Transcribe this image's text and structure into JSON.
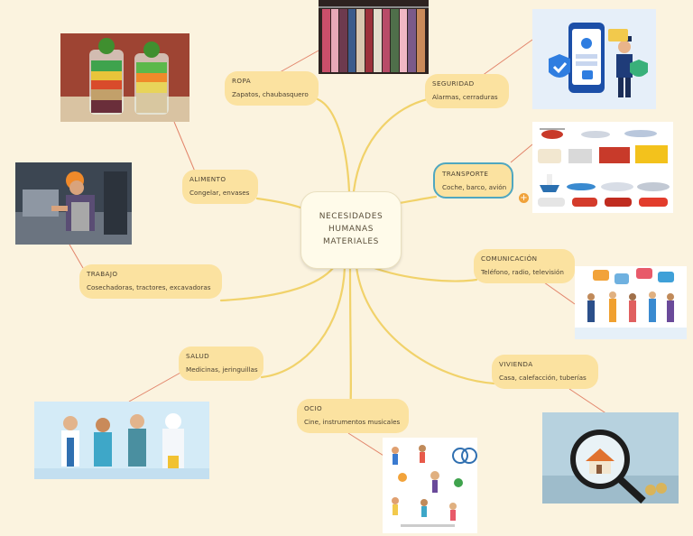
{
  "center": {
    "label": "NECESIDADES\nHUMANAS\nMATERIALES"
  },
  "nodes": [
    {
      "title": "ROPA",
      "subtitle": "Zapatos, chaubasquero"
    },
    {
      "title": "ALIMENTO",
      "subtitle": "Congelar, envases"
    },
    {
      "title": "TRABAJO",
      "subtitle": "Cosechadoras, tractores, excavadoras"
    },
    {
      "title": "SALUD",
      "subtitle": "Medicinas, jeringuillas"
    },
    {
      "title": "OCIO",
      "subtitle": "Cine, instrumentos musicales"
    },
    {
      "title": "VIVIENDA",
      "subtitle": "Casa, calefacción, tuberías"
    },
    {
      "title": "COMUNICACIÓN",
      "subtitle": "Teléfono, radio, televisión"
    },
    {
      "title": "TRANSPORTE",
      "subtitle": "Coche, barco, avión"
    },
    {
      "title": "SEGURIDAD",
      "subtitle": "Alarmas, cerraduras"
    }
  ],
  "add_button": {
    "label": "+"
  },
  "colors": {
    "background": "#fbf3df",
    "node": "#fbe2a0",
    "branch": "#f1d26a",
    "link": "#e2846a",
    "selected": "#4fa7c0"
  }
}
